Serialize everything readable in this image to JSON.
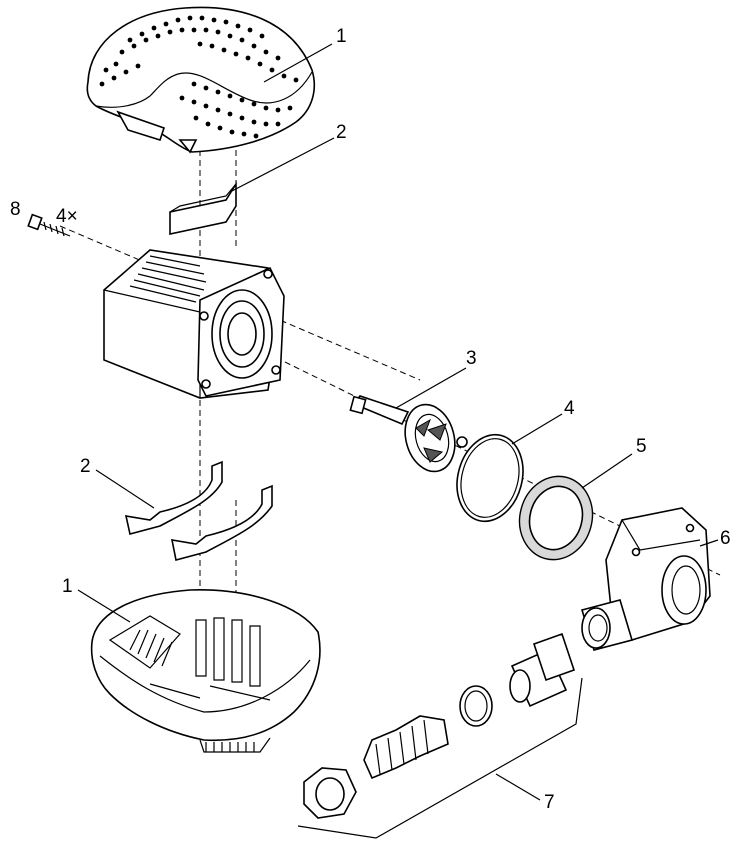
{
  "labels": {
    "top_cover": "1",
    "top_weight": "2",
    "screw": "8",
    "screw_qty": "4×",
    "impeller": "3",
    "o_ring": "4",
    "bearing_ring": "5",
    "pump_housing": "6",
    "bottom_weight": "2",
    "bottom_cover": "1",
    "connector_set": "7"
  }
}
